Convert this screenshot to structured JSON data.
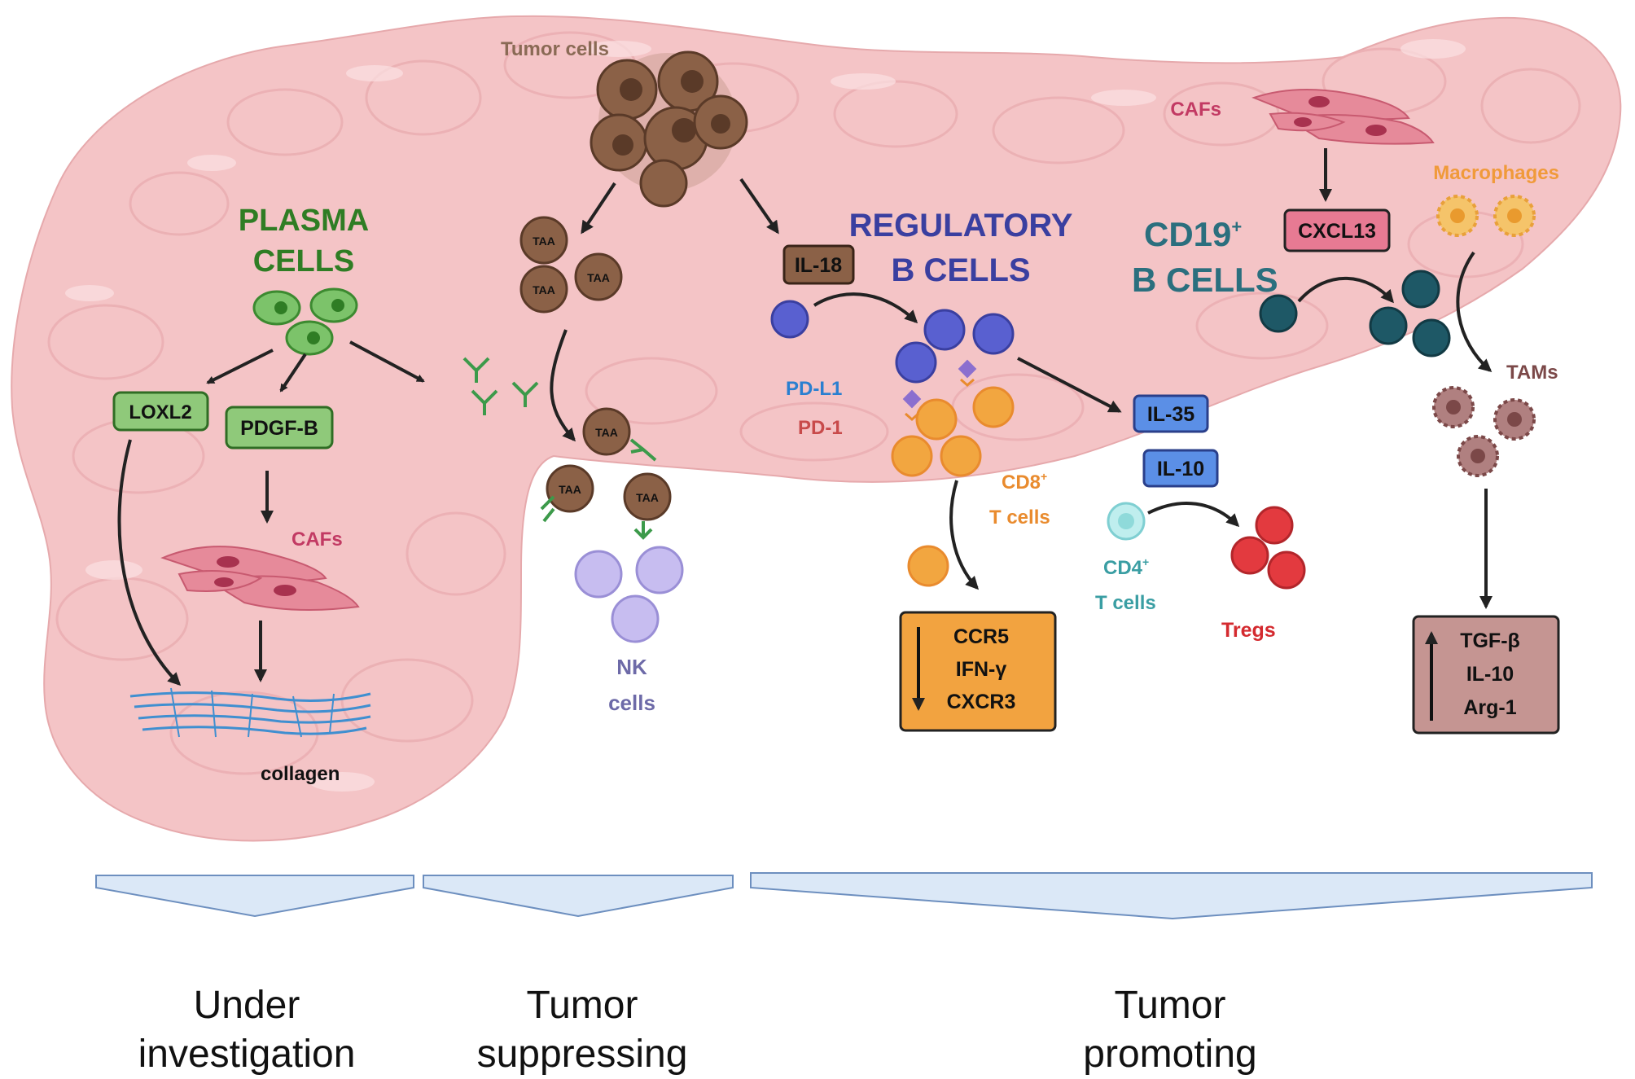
{
  "labels": {
    "tumor_cells": "Tumor cells",
    "plasma_line1": "PLASMA",
    "plasma_line2": "CELLS",
    "loxl2": "LOXL2",
    "pdgfb": "PDGF-B",
    "cafs_left": "CAFs",
    "collagen": "collagen",
    "taa": "TAA",
    "nk_line1": "NK",
    "nk_line2": "cells",
    "il18": "IL-18",
    "regb_line1": "REGULATORY",
    "regb_line2": "B CELLS",
    "pdl1": "PD-L1",
    "pd1": "PD-1",
    "cd8_line1": "CD8",
    "cd8_sup": "+",
    "cd8_line2": "T cells",
    "ccr5": "CCR5",
    "ifng": "IFN-γ",
    "cxcr3": "CXCR3",
    "il35": "IL-35",
    "il10_mid": "IL-10",
    "cd4_line1": "CD4",
    "cd4_sup": "+",
    "cd4_line2": "T cells",
    "tregs": "Tregs",
    "cafs_right": "CAFs",
    "cxcl13": "CXCL13",
    "cd19_line1": "CD19",
    "cd19_sup": "+",
    "cd19_line2": "B CELLS",
    "macrophages": "Macrophages",
    "tams": "TAMs",
    "tgfb": "TGF-β",
    "il10_right": "IL-10",
    "arg1": "Arg-1",
    "bottom_left_1": "Under",
    "bottom_left_2": "investigation",
    "bottom_mid_1": "Tumor",
    "bottom_mid_2": "suppressing",
    "bottom_right_1": "Tumor",
    "bottom_right_2": "promoting"
  },
  "colors": {
    "pancreas": "#f4c4c6",
    "plasma": "#2f7d24",
    "regulatory": "#3a3fa0",
    "cd19": "#2b6f7e",
    "orange": "#e98b2e",
    "tregs": "#d42a2f",
    "tams": "#7b4848",
    "caf_text": "#c23a63",
    "pdl1": "#2a7fd0",
    "pd1": "#c84a4a",
    "brace": "#dbe8f7",
    "brace_stroke": "#6d8fbf"
  }
}
